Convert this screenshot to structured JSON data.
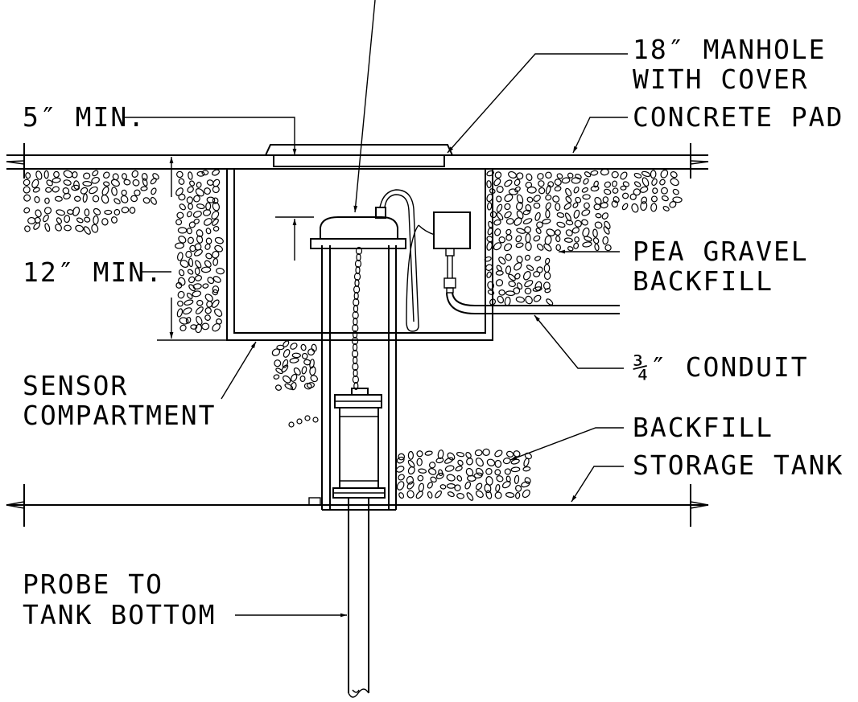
{
  "labels": {
    "manhole_line1": "18″ MANHOLE",
    "manhole_line2": "WITH COVER",
    "concrete_pad": "CONCRETE PAD",
    "five_min": "5″ MIN.",
    "twelve_min": "12″ MIN.",
    "pea_gravel_line1": "PEA GRAVEL",
    "pea_gravel_line2": "BACKFILL",
    "conduit": "¾″ CONDUIT",
    "sensor_line1": "SENSOR",
    "sensor_line2": "COMPARTMENT",
    "backfill": "BACKFILL",
    "storage_tank": "STORAGE TANK",
    "probe_line1": "PROBE TO",
    "probe_line2": "TANK BOTTOM"
  }
}
